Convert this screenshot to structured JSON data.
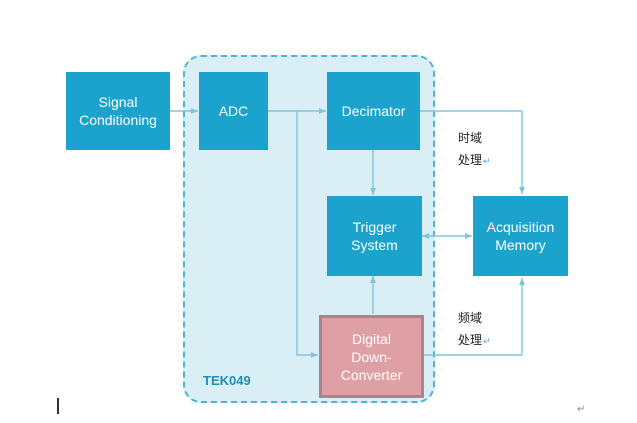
{
  "diagram": {
    "blocks": {
      "signal_conditioning": "Signal\nConditioning",
      "adc": "ADC",
      "decimator": "Decimator",
      "trigger_system": "Trigger\nSystem",
      "acquisition_memory": "Acquisition\nMemory",
      "ddc": "Digital\nDown-\nConverter"
    },
    "region_label": "TEK049",
    "notes": {
      "time_domain_line1": "时域",
      "time_domain_line2": "处理",
      "freq_domain_line1": "频域",
      "freq_domain_line2": "处理",
      "return_mark": "↵"
    },
    "colors": {
      "block": "#1ca3cd",
      "ddc_block": "#dfa0a5",
      "region_fill": "#d9eef5",
      "region_border": "#49b6d3",
      "wire": "#7fc6db"
    }
  }
}
